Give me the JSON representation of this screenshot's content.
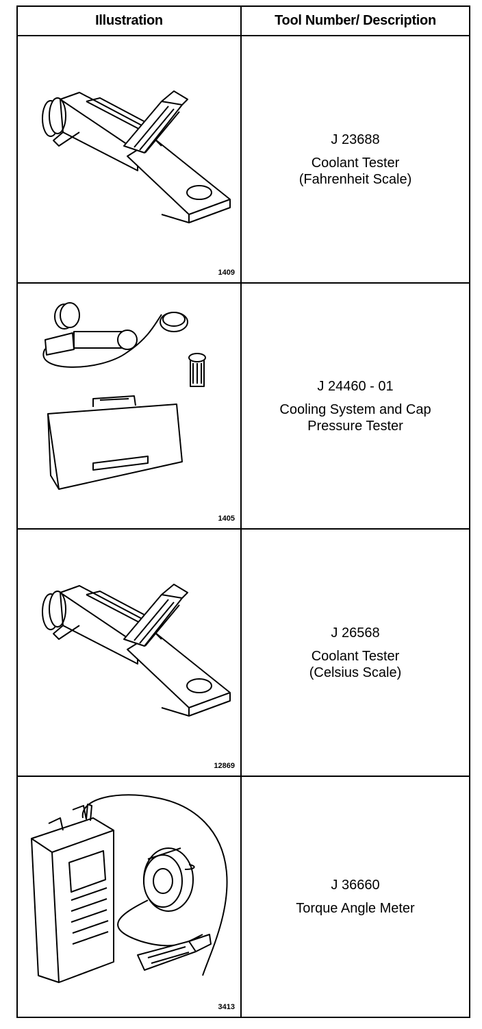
{
  "header": {
    "illustration_label": "Illustration",
    "description_label": "Tool Number/ Description"
  },
  "rows": [
    {
      "figure_number": "1409",
      "tool_number": "J 23688",
      "desc_line1": "Coolant Tester",
      "desc_line2": "(Fahrenheit Scale)",
      "icon": "coolant-tester-icon"
    },
    {
      "figure_number": "1405",
      "tool_number": "J 24460 - 01",
      "desc_line1": "Cooling System and Cap",
      "desc_line2": "Pressure Tester",
      "icon": "pressure-tester-icon"
    },
    {
      "figure_number": "12869",
      "tool_number": "J 26568",
      "desc_line1": "Coolant Tester",
      "desc_line2": "(Celsius Scale)",
      "icon": "coolant-tester-icon"
    },
    {
      "figure_number": "3413",
      "tool_number": "J 36660",
      "desc_line1": "Torque Angle Meter",
      "desc_line2": "",
      "icon": "torque-angle-meter-icon"
    }
  ]
}
